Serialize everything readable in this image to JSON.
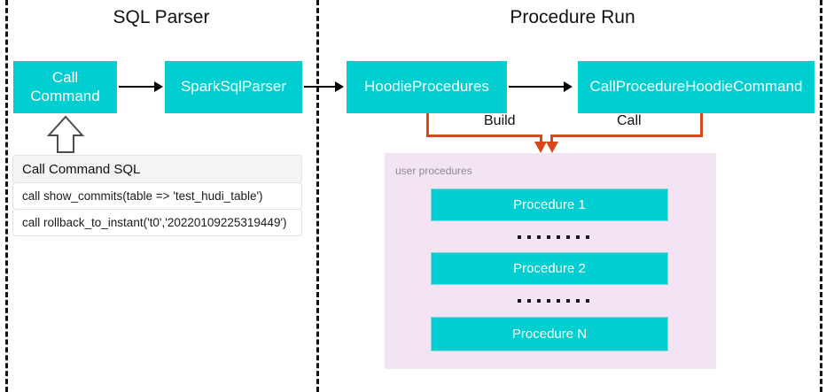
{
  "diagram": {
    "sections": [
      {
        "title": "SQL Parser"
      },
      {
        "title": "Procedure Run"
      }
    ],
    "nodes": {
      "call_command": "Call\nCommand",
      "call_command_line1": "Call",
      "call_command_line2": "Command",
      "spark_sql_parser": "SparkSqlParser",
      "hoodie_procedures": "HoodieProcedures",
      "call_procedure_hoodie_command": "CallProcedureHoodieCommand"
    },
    "edge_labels": {
      "build": "Build",
      "call": "Call"
    },
    "sql_table": {
      "header": "Call Command SQL",
      "rows": [
        "call show_commits(table => 'test_hudi_table')",
        "call rollback_to_instant('t0','20220109225319449')"
      ]
    },
    "procedures_panel": {
      "label": "user procedures",
      "items": [
        "Procedure 1",
        "Procedure 2",
        "Procedure N"
      ],
      "ellipsis_dot_count": 8
    },
    "colors": {
      "teal": "#00CED1",
      "panel_pink": "#F2E4F3",
      "orange": "#D9481B",
      "black": "#111111",
      "table_header_gray": "#F4F4F4"
    }
  }
}
